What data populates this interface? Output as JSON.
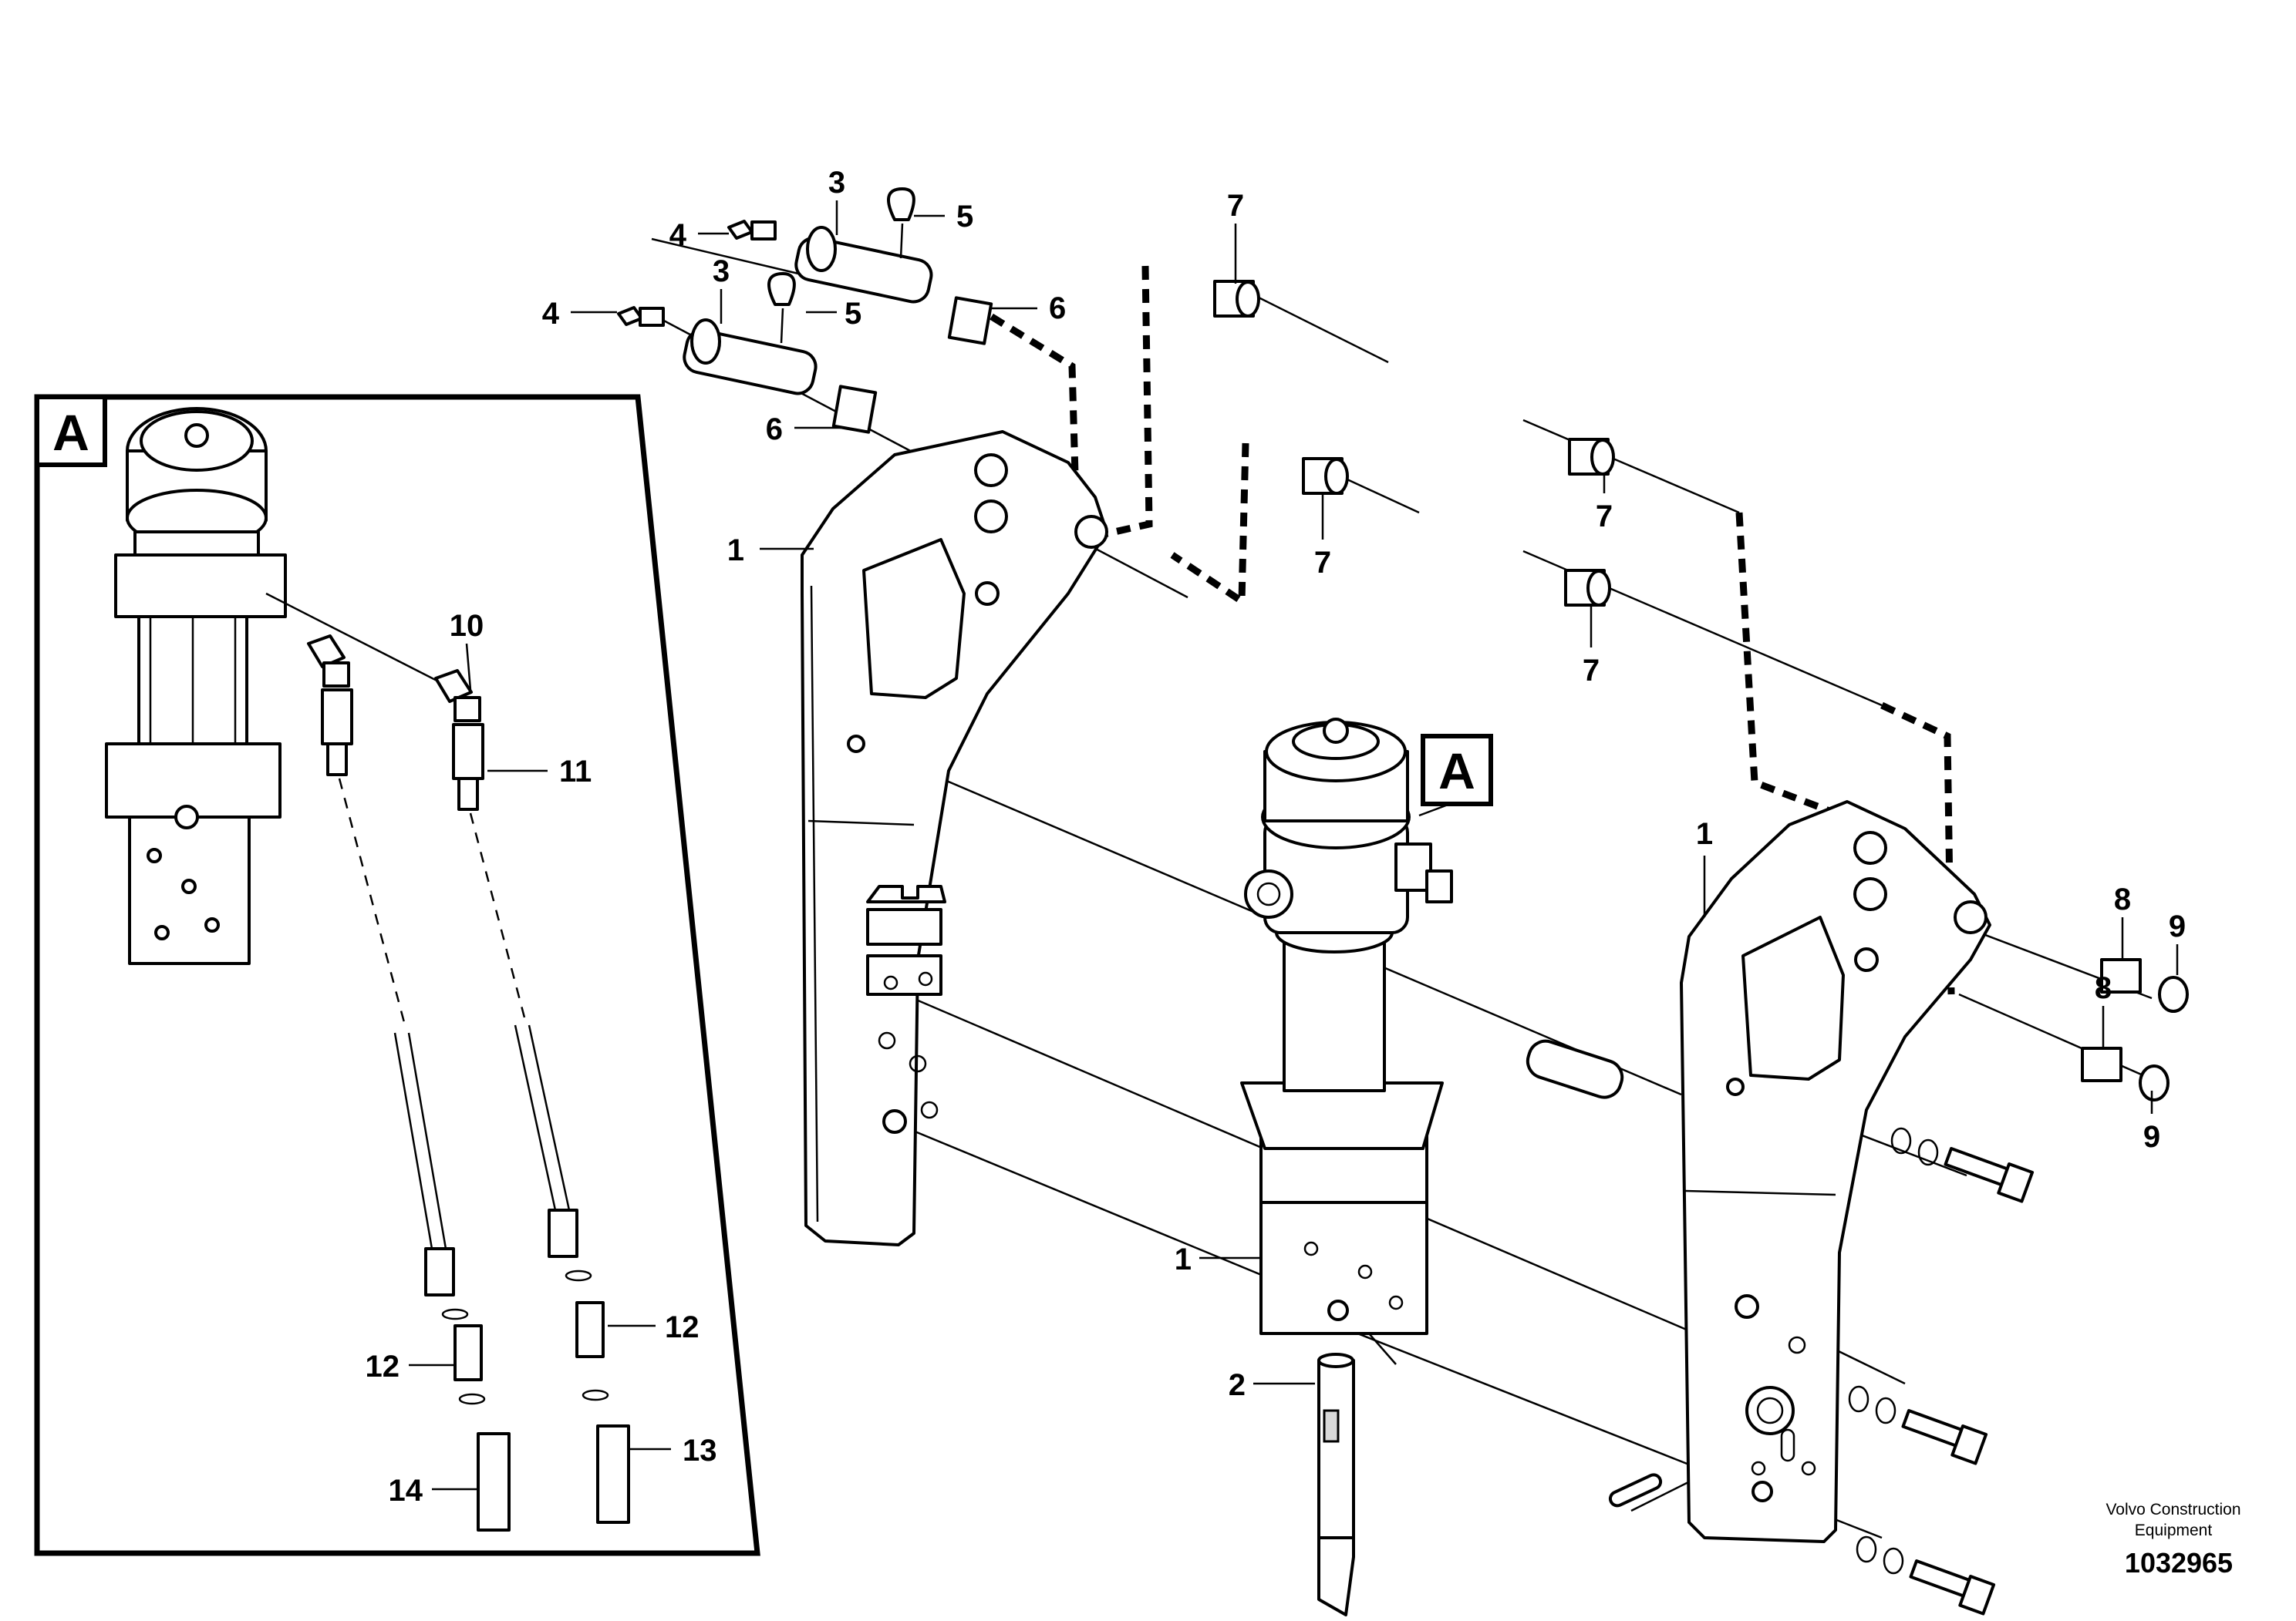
{
  "diagram": {
    "callouts": [
      {
        "id": "c1a",
        "label": "1"
      },
      {
        "id": "c1b",
        "label": "1"
      },
      {
        "id": "c1c",
        "label": "1"
      },
      {
        "id": "c2",
        "label": "2"
      },
      {
        "id": "c3a",
        "label": "3"
      },
      {
        "id": "c3b",
        "label": "3"
      },
      {
        "id": "c4a",
        "label": "4"
      },
      {
        "id": "c4b",
        "label": "4"
      },
      {
        "id": "c5a",
        "label": "5"
      },
      {
        "id": "c5b",
        "label": "5"
      },
      {
        "id": "c6a",
        "label": "6"
      },
      {
        "id": "c6b",
        "label": "6"
      },
      {
        "id": "c7a",
        "label": "7"
      },
      {
        "id": "c7b",
        "label": "7"
      },
      {
        "id": "c7c",
        "label": "7"
      },
      {
        "id": "c7d",
        "label": "7"
      },
      {
        "id": "c8a",
        "label": "8"
      },
      {
        "id": "c8b",
        "label": "8"
      },
      {
        "id": "c9a",
        "label": "9"
      },
      {
        "id": "c9b",
        "label": "9"
      },
      {
        "id": "c10",
        "label": "10"
      },
      {
        "id": "c11",
        "label": "11"
      },
      {
        "id": "c12a",
        "label": "12"
      },
      {
        "id": "c12b",
        "label": "12"
      },
      {
        "id": "c13",
        "label": "13"
      },
      {
        "id": "c14",
        "label": "14"
      }
    ],
    "detail_marker": "A",
    "detail_inset_label": "A",
    "caption_line1": "Volvo Construction",
    "caption_line2": "Equipment",
    "document_number": "1032965"
  }
}
